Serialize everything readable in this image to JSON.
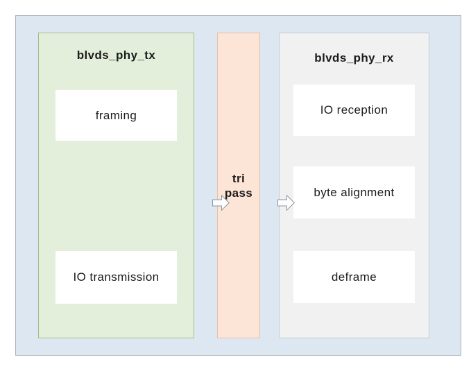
{
  "diagram": {
    "tx_block": {
      "title": "blvds_phy_tx",
      "items": [
        "framing",
        "IO transmission"
      ]
    },
    "channel_block": {
      "label": "tri pass"
    },
    "rx_block": {
      "title": "blvds_phy_rx",
      "items": [
        "IO reception",
        "byte alignment",
        "deframe"
      ]
    },
    "arrows": [
      {
        "name": "tx-to-channel",
        "direction": "right"
      },
      {
        "name": "channel-to-rx",
        "direction": "right"
      }
    ],
    "colors": {
      "panel_fill": "#dce7f2",
      "panel_border": "#a7b1ba",
      "tx_fill": "#e3efda",
      "tx_border": "#a3bc8d",
      "channel_fill": "#fce5d6",
      "channel_border": "#e9c0a3",
      "rx_fill": "#f1f1f1",
      "rx_border": "#c5cbd1",
      "inner_box_fill": "#ffffff",
      "arrow_fill": "#fcfdfe",
      "arrow_stroke": "#8f959b",
      "text": "#1c1c1c"
    }
  }
}
